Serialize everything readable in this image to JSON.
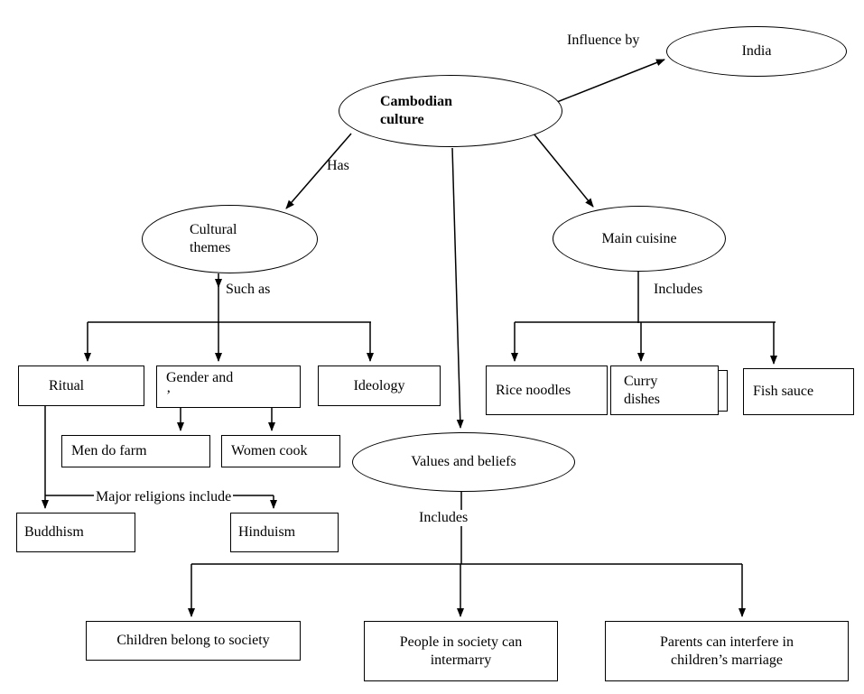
{
  "title": "Cambodian culture concept map",
  "nodes": {
    "cambodian_culture": {
      "label": "Cambodian\nculture"
    },
    "india": {
      "label": "India"
    },
    "cultural_themes": {
      "label": "Cultural\nthemes"
    },
    "main_cuisine": {
      "label": "Main cuisine"
    },
    "values_beliefs": {
      "label": "Values and beliefs"
    },
    "ritual": {
      "label": "Ritual"
    },
    "gender": {
      "label": "Gender and\n’"
    },
    "ideology": {
      "label": "Ideology"
    },
    "men_farm": {
      "label": "Men do farm"
    },
    "women_cook": {
      "label": "Women cook"
    },
    "buddhism": {
      "label": "Buddhism"
    },
    "hinduism": {
      "label": "Hinduism"
    },
    "rice_noodles": {
      "label": "Rice noodles"
    },
    "curry_dishes": {
      "label": "Curry\ndishes"
    },
    "fish_sauce": {
      "label": "Fish sauce"
    },
    "children_society": {
      "label": "Children belong to society"
    },
    "intermarry": {
      "label": "People in society can\nintermarry"
    },
    "parents_interfere": {
      "label": "Parents can interfere in\nchildren’s marriage"
    }
  },
  "edge_labels": {
    "influence_by": "Influence by",
    "has": "Has",
    "such_as": "Such as",
    "includes_cuisine": "Includes",
    "major_religions": "Major religions include",
    "includes_values": "Includes"
  },
  "colors": {
    "line": "#000000",
    "background": "#ffffff",
    "text": "#000000"
  }
}
